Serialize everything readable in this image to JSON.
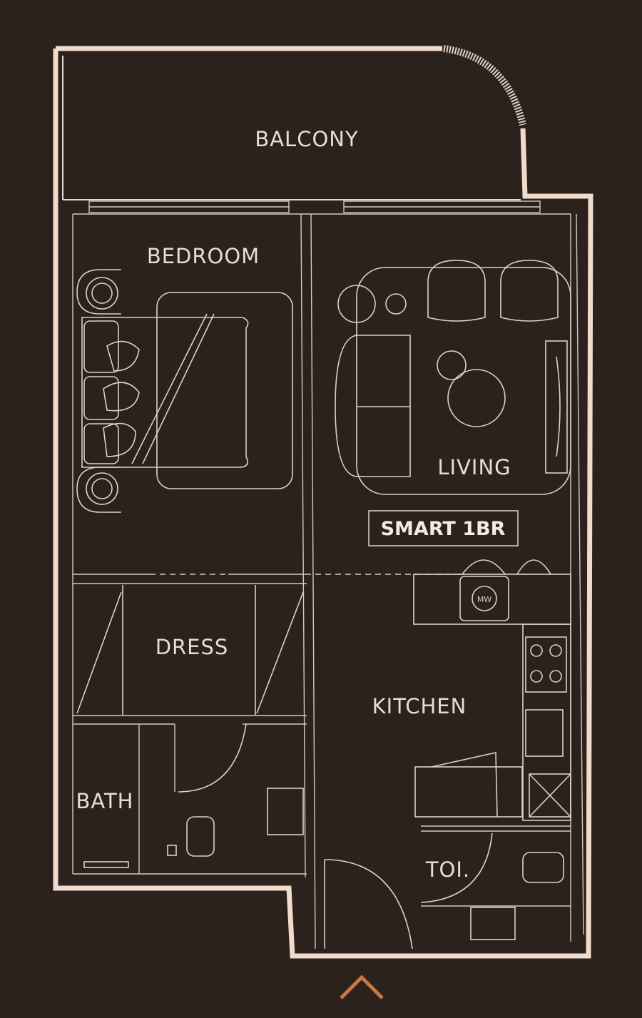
{
  "plan": {
    "badge": "SMART 1BR",
    "rooms": {
      "balcony": "BALCONY",
      "bedroom": "BEDROOM",
      "living": "LIVING",
      "dress": "DRESS",
      "kitchen": "KITCHEN",
      "bath": "BATH",
      "toilet": "TOI.",
      "microwave": "MW"
    }
  },
  "nav": {
    "up_icon": "chevron-up-icon"
  },
  "colors": {
    "background": "#2b211d",
    "wall": "#f1dccc",
    "line": "#d6cac0",
    "accent": "#c8784a"
  }
}
